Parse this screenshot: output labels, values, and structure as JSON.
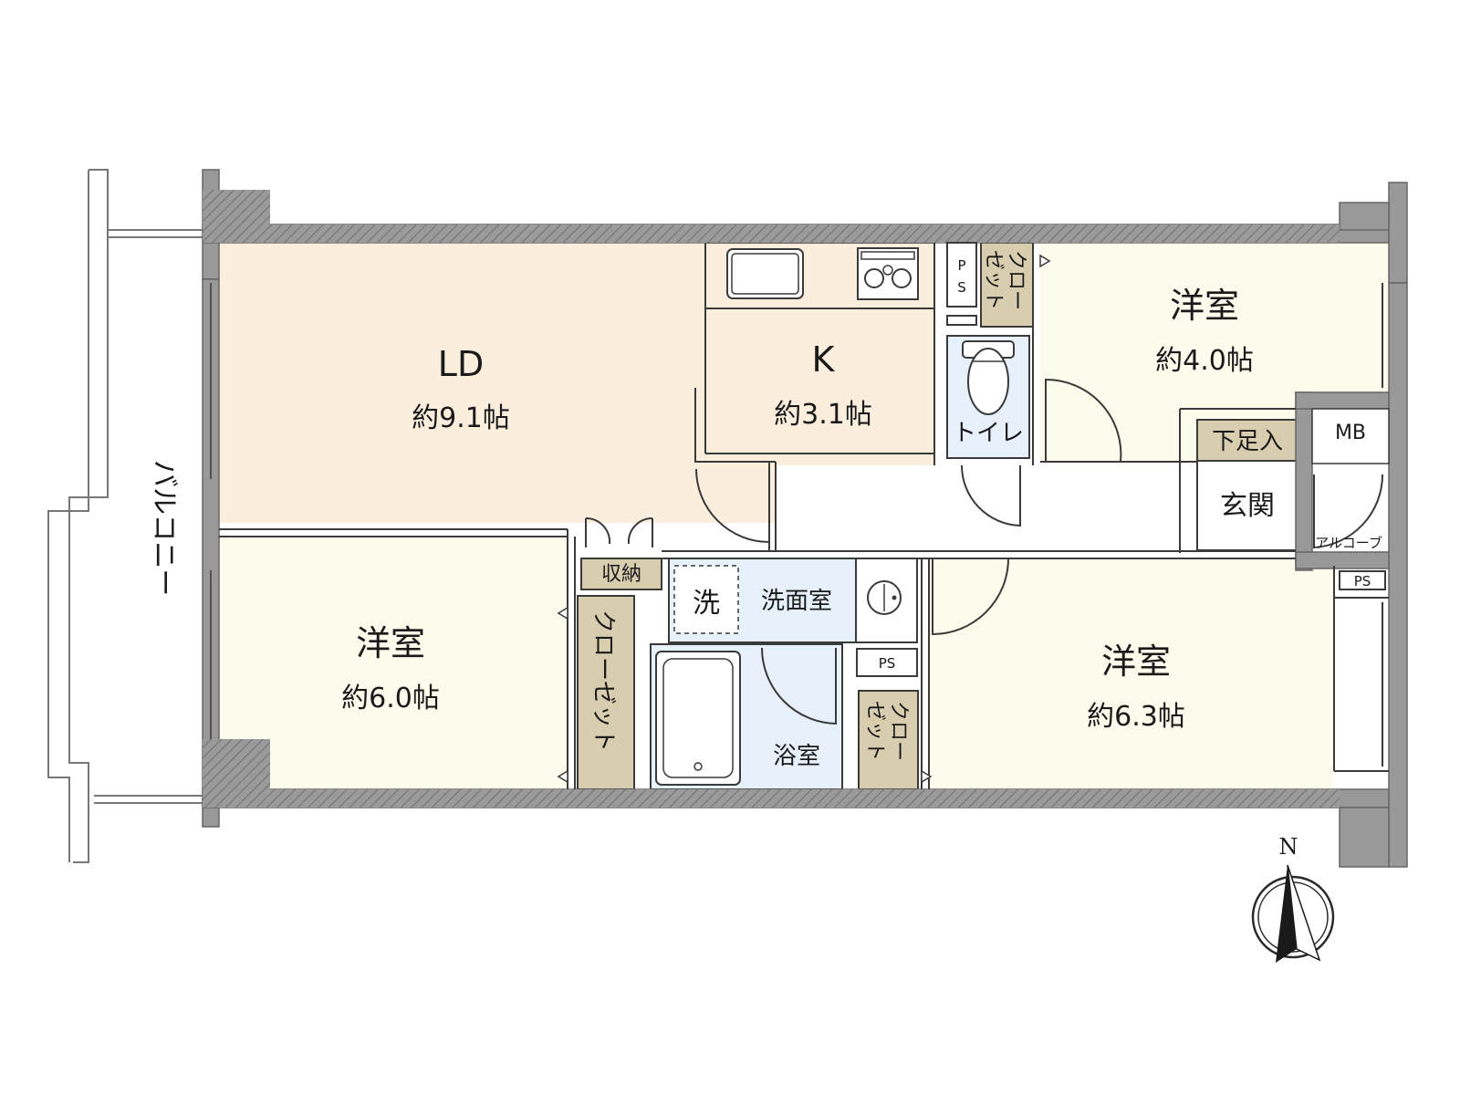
{
  "colors": {
    "wall": "#999999",
    "wall_dark": "#888888",
    "ld_floor": "#fbeedd",
    "room_floor": "#fdfbec",
    "wet_floor": "#e6f1fb",
    "closet": "#d9cdb0",
    "line": "#3a3a3a"
  },
  "balcony": {
    "label": "バルコニー"
  },
  "rooms": {
    "ld": {
      "name": "LD",
      "area": "約9.1帖"
    },
    "kitchen": {
      "name": "K",
      "area": "約3.1帖"
    },
    "west_room": {
      "name": "洋室",
      "area": "約6.0帖"
    },
    "north_room": {
      "name": "洋室",
      "area": "約4.0帖"
    },
    "south_room": {
      "name": "洋室",
      "area": "約6.3帖"
    },
    "toilet": {
      "name": "トイレ"
    },
    "washroom": {
      "name": "洗面室"
    },
    "washer": {
      "name": "洗"
    },
    "bath": {
      "name": "浴室"
    },
    "entrance": {
      "name": "玄関"
    },
    "shoe_storage": {
      "name": "下足入"
    },
    "storage": {
      "name": "収納"
    },
    "alcove": {
      "name": "アルコーブ"
    },
    "mb": {
      "name": "MB"
    }
  },
  "closets": {
    "west": {
      "label": "クローゼット"
    },
    "north_line1": "クロー",
    "north_line2": "ゼット",
    "bath_line1": "クロー",
    "bath_line2": "ゼット"
  },
  "pipe_spaces": {
    "ps_label": "PS",
    "ps_vertical_1": "P",
    "ps_vertical_2": "S"
  },
  "compass": {
    "label": "N",
    "icon": "compass-icon"
  }
}
